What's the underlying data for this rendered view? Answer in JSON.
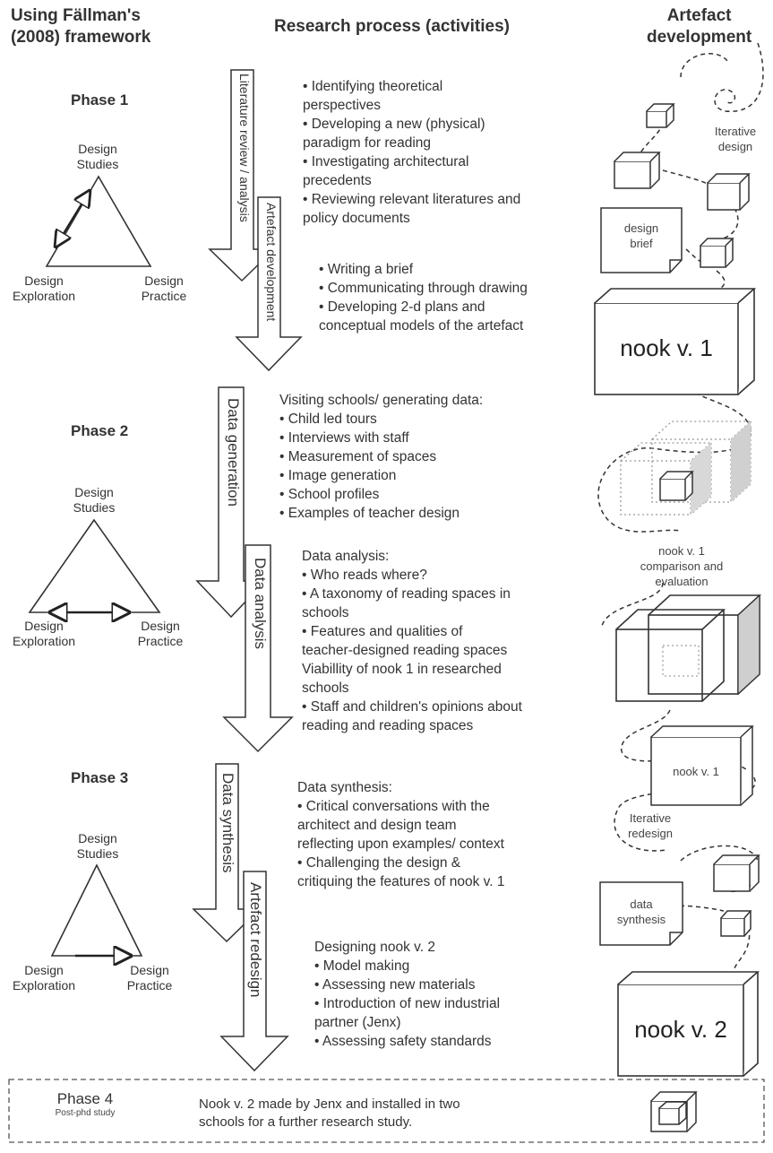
{
  "headers": {
    "col1": "Using Fällman's\n(2008) framework",
    "col1_line1": "Using Fällman's",
    "col1_line2": "(2008) framework",
    "col2": "Research process (activities)",
    "col3_line1": "Artefact",
    "col3_line2": "development"
  },
  "triangle_labels": {
    "studies_1": "Design",
    "studies_2": "Studies",
    "exploration_1": "Design",
    "exploration_2": "Exploration",
    "practice_1": "Design",
    "practice_2": "Practice"
  },
  "phases": [
    {
      "label": "Phase 1",
      "arrows": [
        "Literature review / analysis",
        "Artefact development"
      ],
      "activities_a": [
        "• Identifying theoretical",
        "perspectives",
        "• Developing a new (physical)",
        "paradigm for reading",
        "• Investigating architectural",
        "precedents",
        "• Reviewing relevant literatures and",
        "policy documents"
      ],
      "activities_b": [
        "• Writing a brief",
        "• Communicating through drawing",
        "• Developing 2-d plans and",
        "conceptual models of the artefact"
      ]
    },
    {
      "label": "Phase 2",
      "arrows": [
        "Data generation",
        "Data analysis"
      ],
      "activities_a": [
        "Visiting schools/ generating data:",
        "• Child led tours",
        "• Interviews with staff",
        "• Measurement of spaces",
        "• Image generation",
        "• School profiles",
        "• Examples of teacher design"
      ],
      "activities_b": [
        "Data analysis:",
        "• Who reads where?",
        "• A taxonomy of reading spaces in",
        "schools",
        "• Features and qualities of",
        "teacher-designed reading spaces",
        "Viabillity of nook 1 in researched",
        "schools",
        "• Staff and children's opinions about",
        "reading and reading spaces"
      ]
    },
    {
      "label": "Phase 3",
      "arrows": [
        "Data synthesis",
        "Artefact redesign"
      ],
      "activities_a": [
        "Data synthesis:",
        "• Critical conversations with the",
        "architect and design team",
        "reflecting upon examples/ context",
        "• Challenging the design &",
        "critiquing the features of nook v. 1"
      ],
      "activities_b": [
        "Designing nook v. 2",
        "• Model making",
        "• Assessing new materials",
        "• Introduction of new industrial",
        "partner (Jenx)",
        "• Assessing safety standards"
      ]
    }
  ],
  "artefact_labels": {
    "iterative_design_1": "Iterative",
    "iterative_design_2": "design",
    "design_brief_1": "design",
    "design_brief_2": "brief",
    "nook_v1": "nook v. 1",
    "comparison_1": "nook v. 1",
    "comparison_2": "comparison and",
    "comparison_3": "evaluation",
    "nook_v1_small": "nook v. 1",
    "iterative_redesign_1": "Iterative",
    "iterative_redesign_2": "redesign",
    "data_synthesis_1": "data",
    "data_synthesis_2": "synthesis",
    "nook_v2": "nook v. 2"
  },
  "phase4": {
    "label": "Phase 4",
    "sublabel": "Post-phd study",
    "text_1": "Nook v. 2 made by Jenx and installed in two",
    "text_2": "schools for a further research study."
  },
  "colors": {
    "line": "#333333",
    "text": "#333333",
    "shade": "#d0d0d0"
  }
}
